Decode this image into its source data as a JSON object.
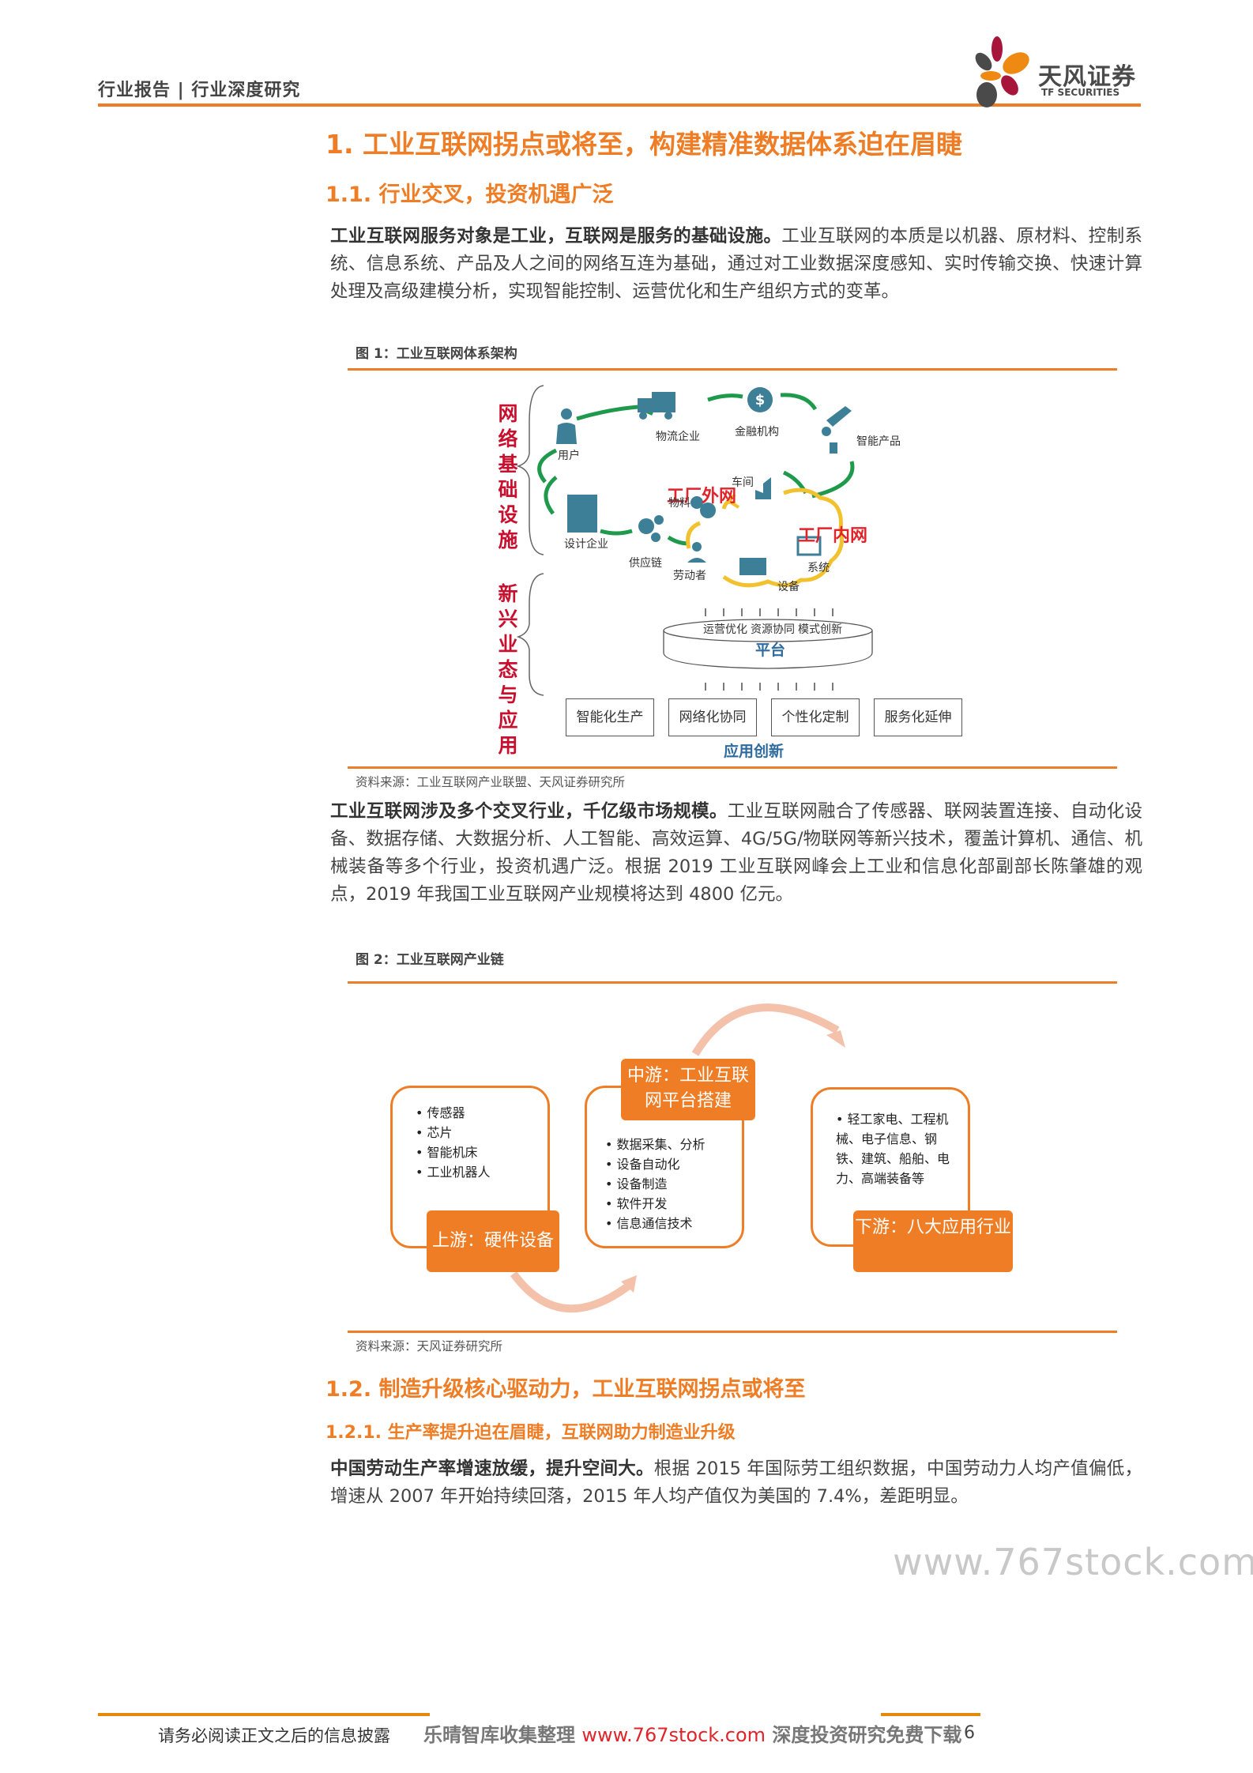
{
  "header": {
    "title": "行业报告 | 行业深度研究",
    "logo": {
      "cn": "天风证券",
      "en": "TF SECURITIES",
      "colors": [
        "#a8153a",
        "#ee8a12",
        "#4a4a4a"
      ]
    }
  },
  "section1": {
    "heading": "1. 工业互联网拐点或将至，构建精准数据体系迫在眉睫",
    "sub1": {
      "heading": "1.1. 行业交叉，投资机遇广泛",
      "para1": {
        "bold": "工业互联网服务对象是工业，互联网是服务的基础设施。",
        "text": "工业互联网的本质是以机器、原材料、控制系统、信息系统、产品及人之间的网络互连为基础，通过对工业数据深度感知、实时传输交换、快速计算处理及高级建模分析，实现智能控制、运营优化和生产组织方式的变革。"
      },
      "figure1": {
        "caption": "图 1：工业互联网体系架构",
        "left_labels": {
          "top": "网络基础设施",
          "bottom": "新兴业态与应用"
        },
        "outer_net_label": "工厂外网",
        "inner_net_label": "工厂内网",
        "nodes": {
          "user": "用户",
          "logistics": "物流企业",
          "finance": "金融机构",
          "smart_product": "智能产品",
          "design": "设计企业",
          "supply_chain": "供应链",
          "material": "物料",
          "workshop": "车间",
          "worker": "劳动者",
          "equipment": "设备",
          "system": "系统"
        },
        "platform": {
          "items": [
            "运营优化",
            "资源协同",
            "模式创新"
          ],
          "label": "平台"
        },
        "applications": [
          "智能化生产",
          "网络化协同",
          "个性化定制",
          "服务化延伸"
        ],
        "app_label": "应用创新",
        "source": "资料来源：工业互联网产业联盟、天风证券研究所"
      },
      "para2": {
        "bold": "工业互联网涉及多个交叉行业，千亿级市场规模。",
        "text": "工业互联网融合了传感器、联网装置连接、自动化设备、数据存储、大数据分析、人工智能、高效运算、4G/5G/物联网等新兴技术，覆盖计算机、通信、机械装备等多个行业，投资机遇广泛。根据 2019 工业互联网峰会上工业和信息化部副部长陈肇雄的观点，2019 年我国工业互联网产业规模将达到 4800 亿元。"
      },
      "figure2": {
        "caption": "图 2：工业互联网产业链",
        "upstream": {
          "label": "上游：硬件设备",
          "items": [
            "传感器",
            "芯片",
            "智能机床",
            "工业机器人"
          ]
        },
        "midstream": {
          "label": "中游：工业互联网平台搭建",
          "items": [
            "数据采集、分析",
            "设备自动化",
            "设备制造",
            "软件开发",
            "信息通信技术"
          ]
        },
        "downstream": {
          "label": "下游：八大应用行业",
          "items": [
            "轻工家电、工程机械、电子信息、钢铁、建筑、船舶、电力、高端装备等"
          ]
        },
        "source": "资料来源：天风证券研究所"
      }
    },
    "sub2": {
      "heading": "1.2. 制造升级核心驱动力，工业互联网拐点或将至",
      "sub2_1": {
        "heading": "1.2.1. 生产率提升迫在眉睫，互联网助力制造业升级",
        "para": {
          "bold": "中国劳动生产率增速放缓，提升空间大。",
          "text": "根据 2015 年国际劳工组织数据，中国劳动力人均产值偏低，增速从 2007 年开始持续回落，2015 年人均产值仅为美国的 7.4%，差距明显。"
        }
      }
    }
  },
  "watermark": "www.767stock.com",
  "footer": {
    "disclaimer": "请务必阅读正文之后的信息披露",
    "band_left": "乐晴智库收集整理",
    "band_url": "www.767stock.com",
    "band_right": "深度投资研究免费下载",
    "page_number": "6"
  },
  "colors": {
    "accent": "#ee7d25",
    "red_label": "#c8102e",
    "green_net": "#1f9a4c",
    "yellow_net": "#f2c12e",
    "icon_blue": "#3d7f97"
  }
}
